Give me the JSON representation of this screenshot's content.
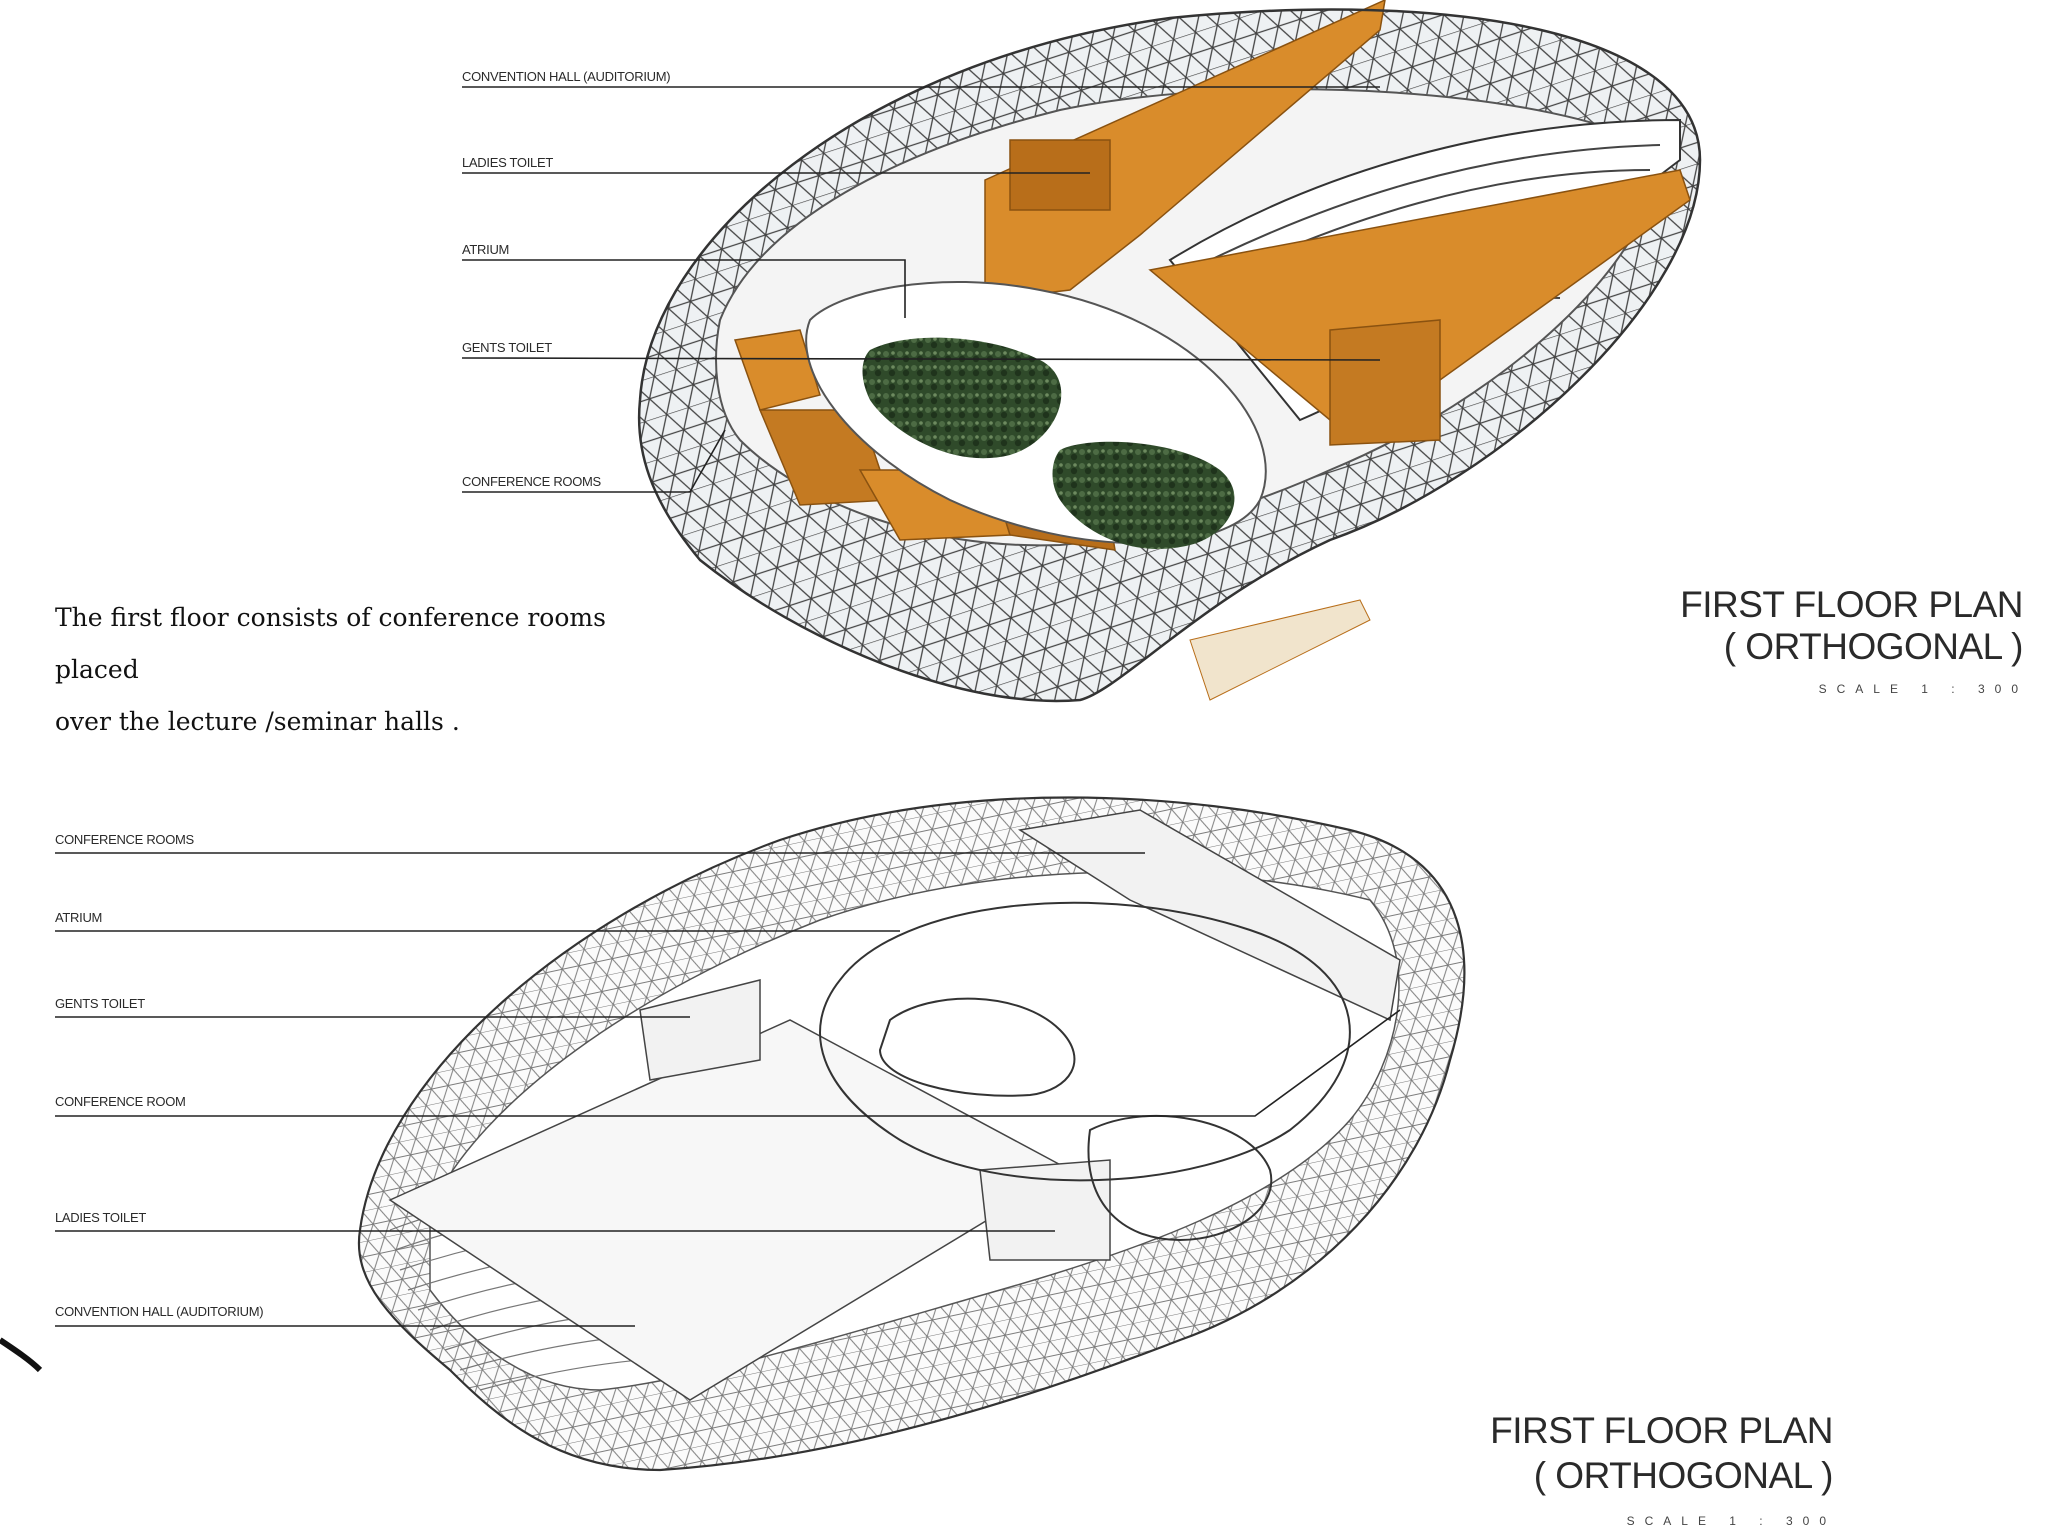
{
  "top_plan": {
    "labels": [
      "CONVENTION HALL (AUDITORIUM)",
      "LADIES TOILET",
      "ATRIUM",
      "GENTS TOILET",
      "CONFERENCE ROOMS"
    ],
    "title_line1": "FIRST FLOOR PLAN",
    "title_line2": "( ORTHOGONAL )",
    "scale": "SCALE 1 : 300"
  },
  "description": {
    "line1": "The first floor consists of conference rooms placed",
    "line2": "over the lecture /seminar halls ."
  },
  "bottom_plan": {
    "labels": [
      "CONFERENCE ROOMS",
      "ATRIUM",
      "GENTS TOILET",
      "CONFERENCE ROOM",
      "LADIES TOILET",
      "CONVENTION HALL (AUDITORIUM)"
    ],
    "title_line1": "FIRST FLOOR PLAN",
    "title_line2": "( ORTHOGONAL )",
    "scale": "SCALE 1 : 300"
  },
  "colors": {
    "wall_orange": "#d98c2b",
    "wall_orange_dark": "#b86e1a",
    "glass": "#e8ecef",
    "grid": "#555555",
    "garden": "#2f4a2a",
    "text": "#2a2a2a"
  }
}
